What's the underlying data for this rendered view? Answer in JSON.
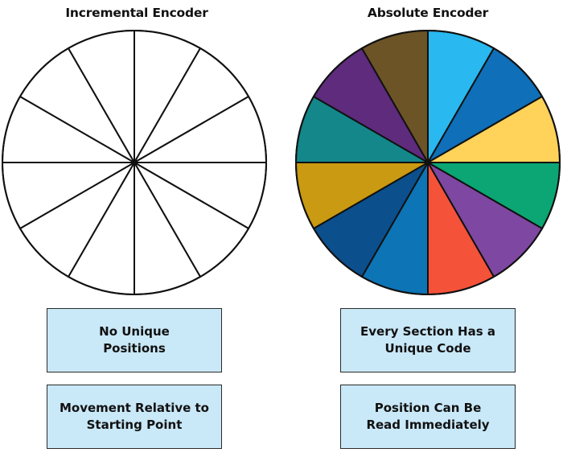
{
  "incremental": {
    "title": "Incremental Encoder",
    "segment_count": 12,
    "segment_fill": "#ffffff",
    "stroke_color": "#111111",
    "labels": [
      [
        "No Unique",
        "Positions"
      ],
      [
        "Movement Relative to",
        "Starting Point"
      ]
    ]
  },
  "absolute": {
    "title": "Absolute Encoder",
    "segment_count": 12,
    "segment_colors": [
      "#29b8ef",
      "#0f6fb8",
      "#ffd25a",
      "#0ba673",
      "#7e47a1",
      "#f5523a",
      "#0d74b5",
      "#0b4f8d",
      "#c99a12",
      "#13878a",
      "#5e2b7d",
      "#6c5427"
    ],
    "stroke_color": "#111111",
    "labels": [
      [
        "Every Section Has a",
        "Unique Code"
      ],
      [
        "Position Can Be",
        "Read Immediately"
      ]
    ]
  },
  "box_fill": "#c9e8f8"
}
